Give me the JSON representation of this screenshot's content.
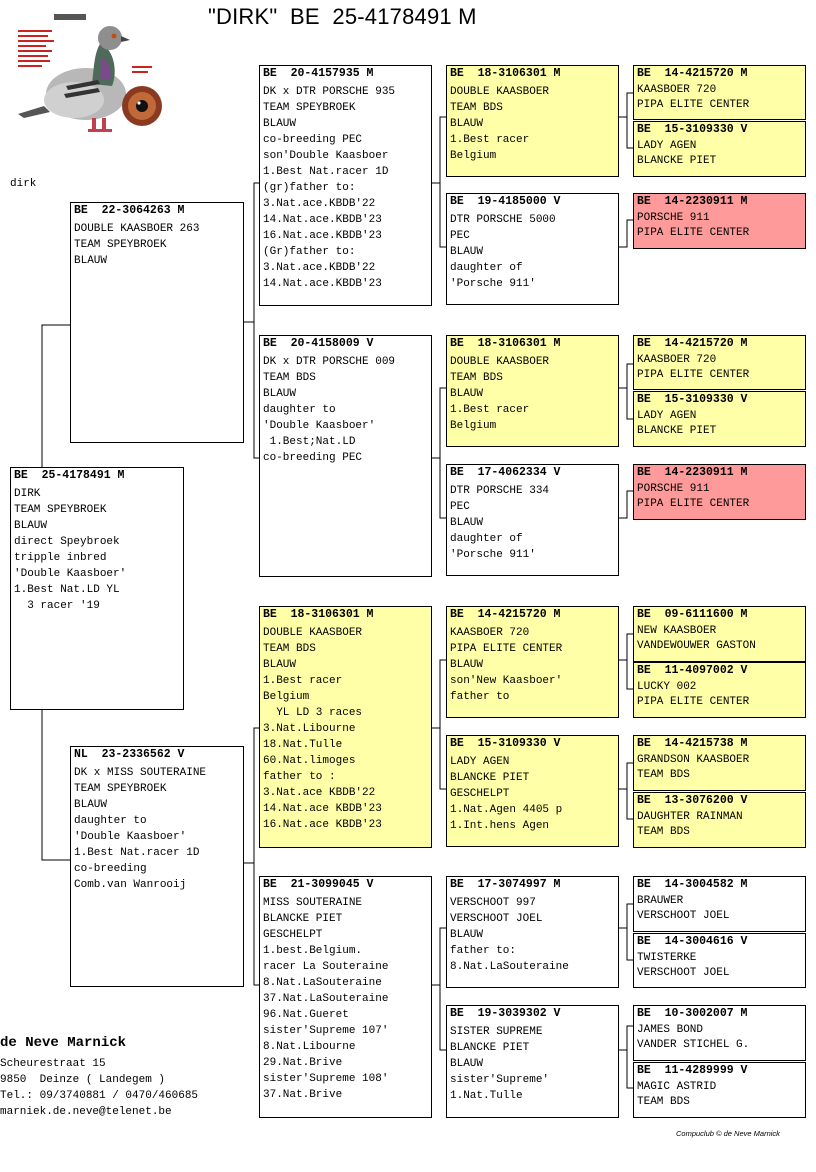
{
  "title": "\"DIRK\"  BE  25-4178491 M",
  "pigeon_name_label": "dirk",
  "owner": {
    "name": "de Neve Marnick",
    "lines": [
      "Scheurestraat 15",
      "9850  Deinze ( Landegem )",
      "Tel.: 09/3740881 / 0470/460685",
      "marniek.de.neve@telenet.be"
    ]
  },
  "footer": "Compuclub © de Neve Marnick",
  "colors": {
    "highlight_yellow": "#ffffa8",
    "highlight_red": "#ff9a9a"
  },
  "pigeons": {
    "subject": {
      "header": "BE  25-4178491 M",
      "lines": [
        "DIRK",
        "TEAM SPEYBROEK",
        "BLAUW",
        "direct Speybroek",
        "tripple inbred",
        "'Double Kaasboer'",
        "1.Best Nat.LD YL",
        "  3 racer '19"
      ]
    },
    "sire": {
      "header": "BE  22-3064263 M",
      "lines": [
        "DOUBLE KAASBOER 263",
        "TEAM SPEYBROEK",
        "BLAUW"
      ]
    },
    "dam": {
      "header": "NL  23-2336562 V",
      "lines": [
        "DK x MISS SOUTERAINE",
        "TEAM SPEYBROEK",
        "BLAUW",
        "daughter to",
        "'Double Kaasboer'",
        "1.Best Nat.racer 1D",
        "co-breeding",
        "Comb.van Wanrooij"
      ]
    },
    "ss": {
      "header": "BE  20-4157935 M",
      "lines": [
        "DK x DTR PORSCHE 935",
        "TEAM SPEYBROEK",
        "BLAUW",
        "co-breeding PEC",
        "son'Double Kaasboer",
        "1.Best Nat.racer 1D",
        "(gr)father to:",
        "3.Nat.ace.KBDB'22",
        "14.Nat.ace.KBDB'23",
        "16.Nat.ace.KBDB'23",
        "(Gr)father to:",
        "3.Nat.ace.KBDB'22",
        "14.Nat.ace.KBDB'23"
      ]
    },
    "sd": {
      "header": "BE  20-4158009 V",
      "lines": [
        "DK x DTR PORSCHE 009",
        "TEAM BDS",
        "BLAUW",
        "daughter to",
        "'Double Kaasboer'",
        " 1.Best;Nat.LD",
        "co-breeding PEC"
      ]
    },
    "ds": {
      "header": "BE  18-3106301 M",
      "lines": [
        "DOUBLE KAASBOER",
        "TEAM BDS",
        "BLAUW",
        "1.Best racer",
        "Belgium",
        "  YL LD 3 races",
        "3.Nat.Libourne",
        "18.Nat.Tulle",
        "60.Nat.limoges",
        "father to :",
        "3.Nat.ace KBDB'22",
        "14.Nat.ace KBDB'23",
        "16.Nat.ace KBDB'23"
      ]
    },
    "dd": {
      "header": "BE  21-3099045 V",
      "lines": [
        "MISS SOUTERAINE",
        "BLANCKE PIET",
        "GESCHELPT",
        "1.best.Belgium.",
        "racer La Souteraine",
        "8.Nat.LaSouteraine",
        "37.Nat.LaSouteraine",
        "96.Nat.Gueret",
        "sister'Supreme 107'",
        "8.Nat.Libourne",
        "29.Nat.Brive",
        "sister'Supreme 108'",
        "37.Nat.Brive"
      ]
    },
    "sss": {
      "header": "BE  18-3106301 M",
      "lines": [
        "DOUBLE KAASBOER",
        "TEAM BDS",
        "BLAUW",
        "1.Best racer",
        "Belgium"
      ]
    },
    "ssd": {
      "header": "BE  19-4185000 V",
      "lines": [
        "DTR PORSCHE 5000",
        "PEC",
        "BLAUW",
        "daughter of",
        "'Porsche 911'"
      ]
    },
    "sds": {
      "header": "BE  18-3106301 M",
      "lines": [
        "DOUBLE KAASBOER",
        "TEAM BDS",
        "BLAUW",
        "1.Best racer",
        "Belgium"
      ]
    },
    "sdd": {
      "header": "BE  17-4062334 V",
      "lines": [
        "DTR PORSCHE 334",
        "PEC",
        "BLAUW",
        "daughter of",
        "'Porsche 911'"
      ]
    },
    "dss": {
      "header": "BE  14-4215720 M",
      "lines": [
        "KAASBOER 720",
        "PIPA ELITE CENTER",
        "BLAUW",
        "son'New Kaasboer'",
        "father to"
      ]
    },
    "dsd": {
      "header": "BE  15-3109330 V",
      "lines": [
        "LADY AGEN",
        "BLANCKE PIET",
        "GESCHELPT",
        "1.Nat.Agen 4405 p",
        "1.Int.hens Agen"
      ]
    },
    "dds": {
      "header": "BE  17-3074997 M",
      "lines": [
        "VERSCHOOT 997",
        "VERSCHOOT JOEL",
        "BLAUW",
        "father to:",
        "8.Nat.LaSouteraine"
      ]
    },
    "ddd": {
      "header": "BE  19-3039302 V",
      "lines": [
        "SISTER SUPREME",
        "BLANCKE PIET",
        "BLAUW",
        "sister'Supreme'",
        "1.Nat.Tulle"
      ]
    },
    "g1": {
      "header": "BE  14-4215720 M",
      "lines": [
        "KAASBOER 720",
        "PIPA ELITE CENTER"
      ]
    },
    "g2": {
      "header": "BE  15-3109330 V",
      "lines": [
        "LADY AGEN",
        "BLANCKE PIET"
      ]
    },
    "g3": {
      "header": "BE  14-2230911 M",
      "lines": [
        "PORSCHE 911",
        "PIPA ELITE CENTER"
      ]
    },
    "g4": {
      "header": "BE  14-4215720 M",
      "lines": [
        "KAASBOER 720",
        "PIPA ELITE CENTER"
      ]
    },
    "g5": {
      "header": "BE  15-3109330 V",
      "lines": [
        "LADY AGEN",
        "BLANCKE PIET"
      ]
    },
    "g6": {
      "header": "BE  14-2230911 M",
      "lines": [
        "PORSCHE 911",
        "PIPA ELITE CENTER"
      ]
    },
    "g7": {
      "header": "BE  09-6111600 M",
      "lines": [
        "NEW KAASBOER",
        "VANDEWOUWER GASTON"
      ]
    },
    "g8": {
      "header": "BE  11-4097002 V",
      "lines": [
        "LUCKY 002",
        "PIPA ELITE CENTER"
      ]
    },
    "g9": {
      "header": "BE  14-4215738 M",
      "lines": [
        "GRANDSON KAASBOER",
        "TEAM BDS"
      ]
    },
    "g10": {
      "header": "BE  13-3076200 V",
      "lines": [
        "DAUGHTER RAINMAN",
        "TEAM BDS"
      ]
    },
    "g11": {
      "header": "BE  14-3004582 M",
      "lines": [
        "BRAUWER",
        "VERSCHOOT JOEL"
      ]
    },
    "g12": {
      "header": "BE  14-3004616 V",
      "lines": [
        "TWISTERKE",
        "VERSCHOOT JOEL"
      ]
    },
    "g13": {
      "header": "BE  10-3002007 M",
      "lines": [
        "JAMES BOND",
        "VANDER STICHEL G."
      ]
    },
    "g14": {
      "header": "BE  11-4289999 V",
      "lines": [
        "MAGIC ASTRID",
        "TEAM BDS"
      ]
    }
  }
}
